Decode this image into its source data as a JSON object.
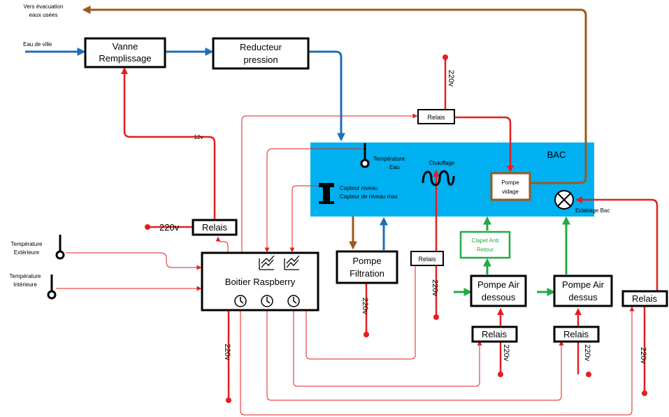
{
  "labels": {
    "drain_line1": "Vers évacuation",
    "drain_line2": "eaux usées",
    "city_water": "Eau de ville",
    "valve_line1": "Vanne",
    "valve_line2": "Remplissage",
    "reducer_line1": "Reducteur",
    "reducer_line2": "pression",
    "v220_top": "220v",
    "relay_top": "Relais",
    "v12": "12v",
    "tank": "BAC",
    "temp_water_line1": "Température",
    "temp_water_line2": "Eau",
    "heater": "Chauffage",
    "level_line1": "Capteur niveau",
    "level_line2": "Capteur de niveau max",
    "drain_pump_line1": "Pompe",
    "drain_pump_line2": "vidage",
    "tank_light": "Eclairage Bac",
    "v220_left": "220v",
    "relay_left": "Relais",
    "temp_ext_line1": "Température",
    "temp_ext_line2": "Extérieure",
    "temp_int_line1": "Température",
    "temp_int_line2": "Intérieure",
    "controller": "Boitier Raspberry",
    "v220_controller": "220v",
    "filter_pump_line1": "Pompe",
    "filter_pump_line2": "Filtration",
    "v220_filter": "220v",
    "relay_heater": "Relais",
    "v220_heater": "220v",
    "check_valve_line1": "Clapet Anti",
    "check_valve_line2": "Retour",
    "air_pump_under_line1": "Pompe Air",
    "air_pump_under_line2": "dessous",
    "air_pump_over_line1": "Pompe Air",
    "air_pump_over_line2": "dessus",
    "relay_air1": "Relais",
    "v220_air1": "220v",
    "relay_air2": "Relais",
    "v220_air2": "220v",
    "relay_light": "Relais",
    "v220_light": "220v"
  },
  "colors": {
    "tank": "#00b0f0",
    "power": "#e41e1e",
    "water": "#1f6fb8",
    "wastewater": "#9c5a1c",
    "air": "#22aa44"
  }
}
